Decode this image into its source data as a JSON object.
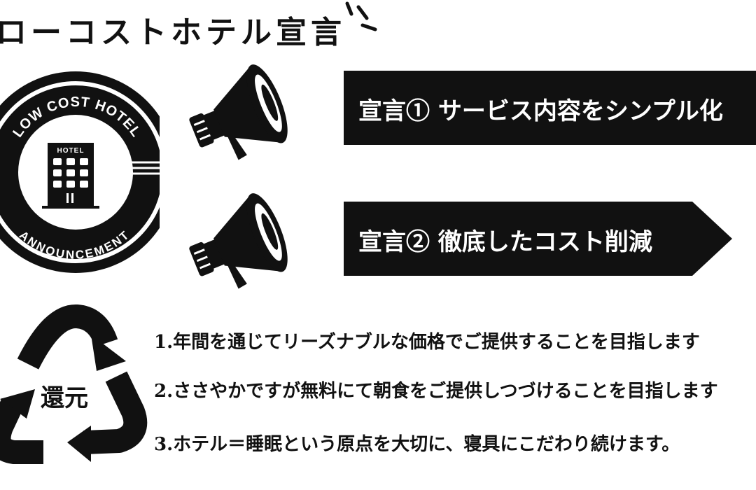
{
  "title": "ローコストホテル宣言",
  "badge": {
    "top_text": "LOW COST HOTEL",
    "building_label": "HOTEL",
    "bottom_text": "ANNOUNCEMENT"
  },
  "declarations": [
    {
      "label": "宣言① サービス内容をシンプル化"
    },
    {
      "label": "宣言② 徹底したコスト削減"
    }
  ],
  "recycle": {
    "label": "還元"
  },
  "points": [
    "1.年間を通じてリーズナブルな価格でご提供することを目指します",
    "2.ささやかですが無料にて朝食をご提供しつづけることを目指します",
    "3.ホテル＝睡眠という原点を大切に、寝具にこだわり続けます。"
  ],
  "colors": {
    "ink": "#111111",
    "background": "#ffffff",
    "banner_text": "#ffffff"
  },
  "icons": [
    "sparkle-icon",
    "megaphone-icon",
    "hotel-building-icon",
    "recycle-icon"
  ]
}
